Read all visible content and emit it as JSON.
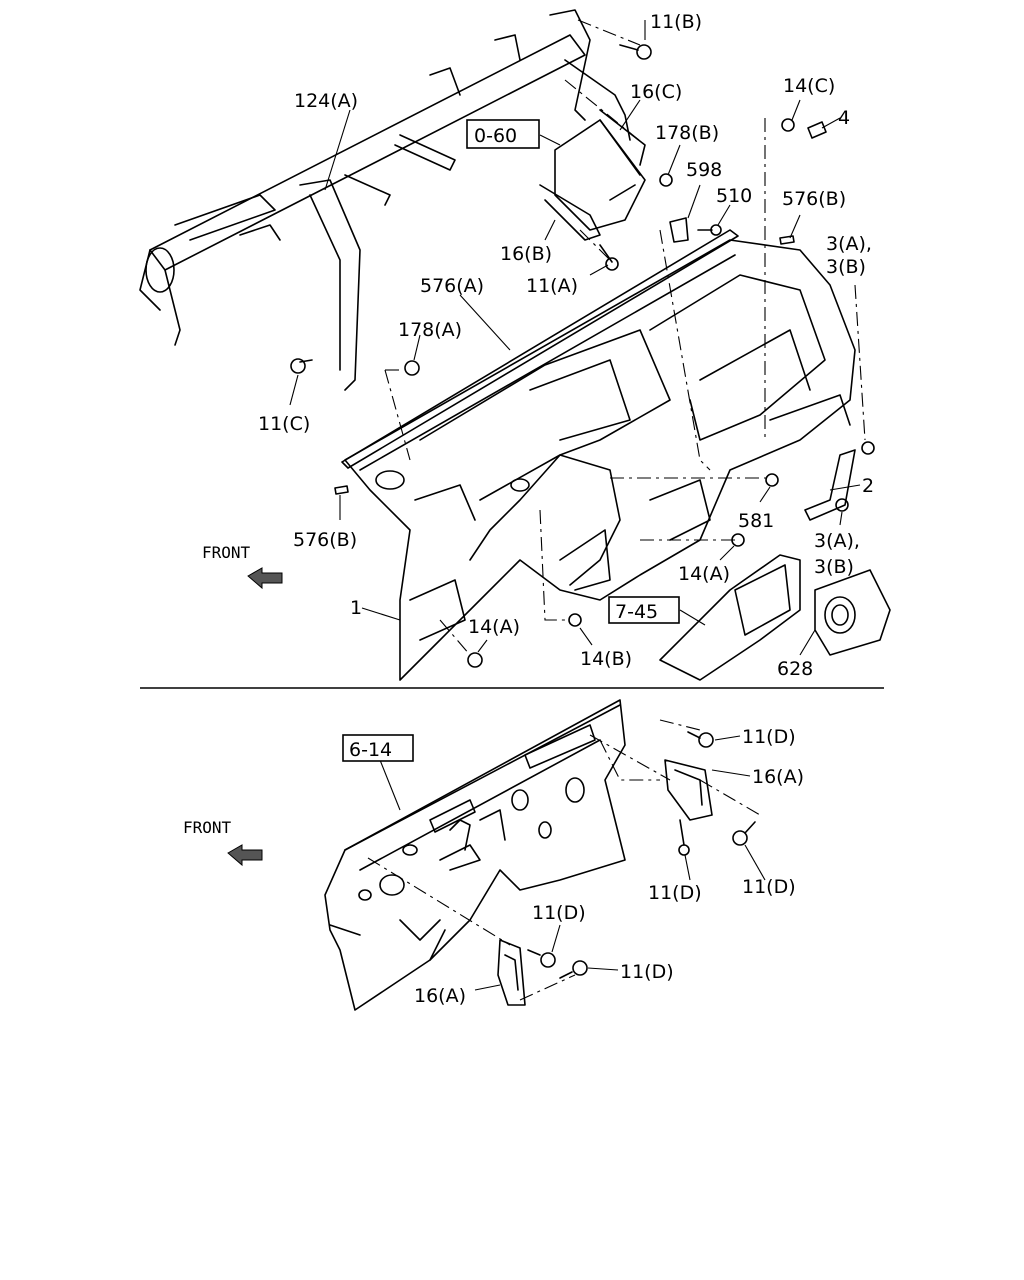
{
  "labels": {
    "l_11b": "11(B)",
    "l_124a": "124(A)",
    "l_16c": "16(C)",
    "l_14c": "14(C)",
    "l_4": "4",
    "l_060": "0-60",
    "l_178b": "178(B)",
    "l_598": "598",
    "l_510": "510",
    "l_576b_top": "576(B)",
    "l_16b": "16(B)",
    "l_3ab_top_a": "3(A),",
    "l_3ab_top_b": "3(B)",
    "l_576a": "576(A)",
    "l_11a": "11(A)",
    "l_178a": "178(A)",
    "l_11c": "11(C)",
    "l_2": "2",
    "l_576b_left": "576(B)",
    "l_581": "581",
    "l_3ab_bot_a": "3(A),",
    "l_3ab_bot_b": "3(B)",
    "l_14a_mid": "14(A)",
    "l_7_45": "7-45",
    "l_1": "1",
    "l_14a_left": "14(A)",
    "l_14b": "14(B)",
    "l_628": "628",
    "l_6_14": "6-14",
    "l_11d_1": "11(D)",
    "l_16a_right": "16(A)",
    "l_11d_2": "11(D)",
    "l_11d_3": "11(D)",
    "l_11d_4": "11(D)",
    "l_11d_5": "11(D)",
    "l_16a_left": "16(A)"
  },
  "front_labels": {
    "top": "FRONT",
    "bottom": "FRONT"
  }
}
